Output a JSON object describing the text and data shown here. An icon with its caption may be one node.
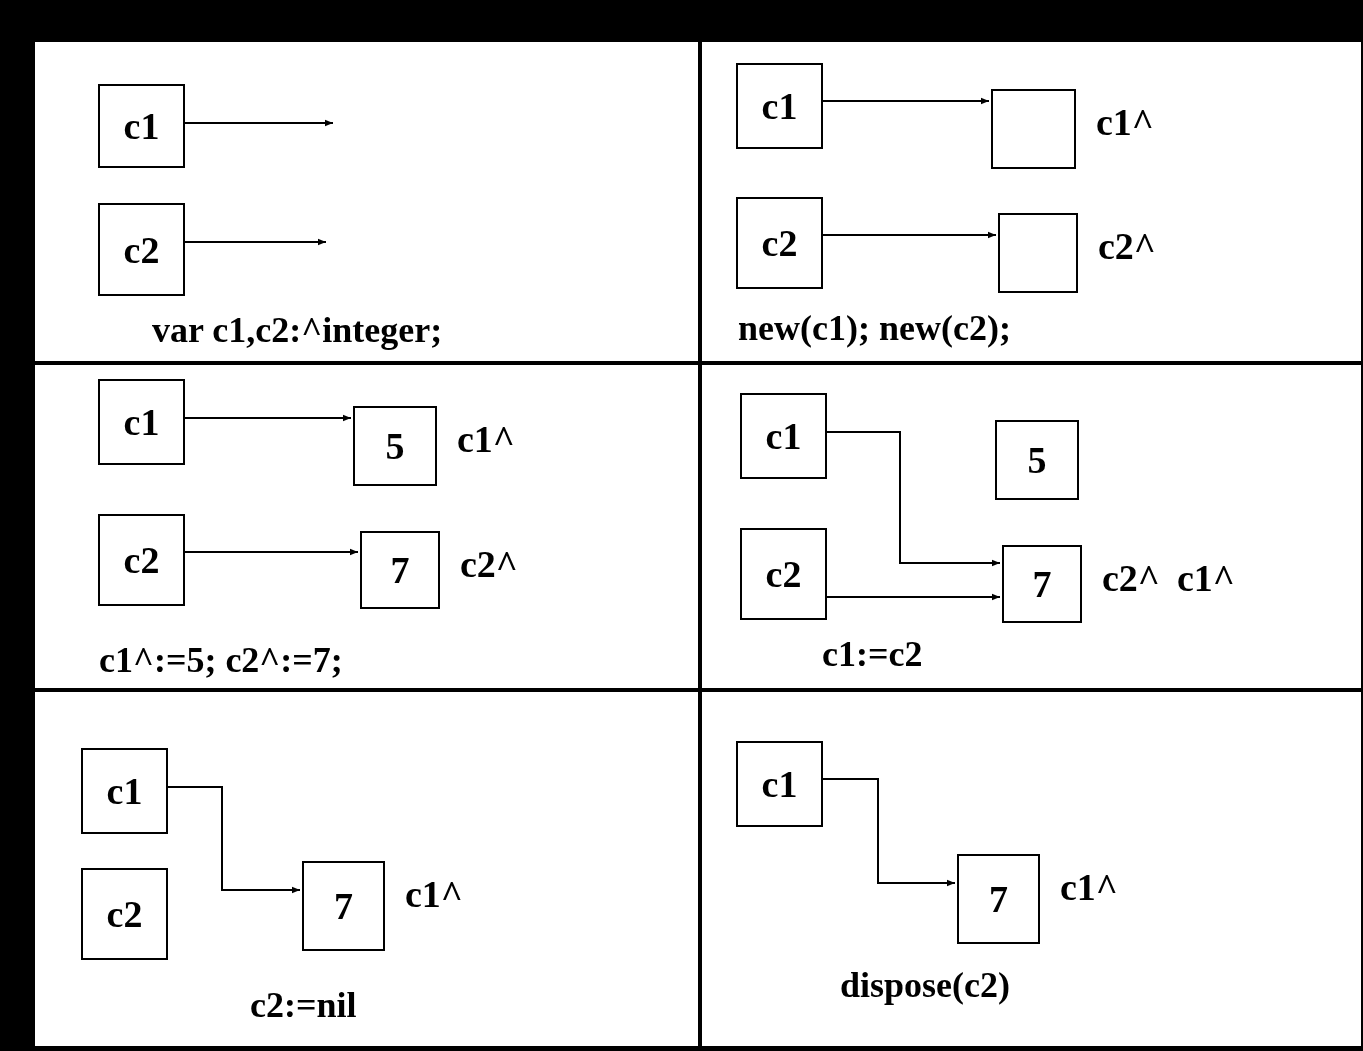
{
  "diagram": {
    "nodes": [
      {
        "text": [
          "var c1,c2:^integer;"
        ]
      },
      {
        "text": [
          "c1"
        ],
        "in": 0
      },
      {
        "text": [
          "c2"
        ],
        "in": 0
      },
      {
        "text": [
          "new(c1); new(c2);"
        ]
      },
      {
        "text": [
          "c1"
        ],
        "in": 3
      },
      {
        "text": [],
        "shape": "box",
        "in": 3,
        "beside": [
          "c1^"
        ]
      },
      {
        "text": [
          "c2"
        ],
        "in": 3
      },
      {
        "text": [],
        "shape": "box",
        "in": 3,
        "beside": [
          "c2^"
        ]
      },
      {
        "text": [
          "c1^:=5; c2^:=7;"
        ]
      },
      {
        "text": [
          "c1"
        ],
        "in": 8
      },
      {
        "text": [
          "5"
        ],
        "in": 8,
        "beside": [
          "c1^"
        ]
      },
      {
        "text": [
          "c2"
        ],
        "in": 8
      },
      {
        "text": [
          "7"
        ],
        "in": 8,
        "beside": [
          "c2^"
        ]
      },
      {
        "text": [
          "c1:=c2"
        ]
      },
      {
        "text": [
          "c1"
        ],
        "in": 13
      },
      {
        "text": [
          "5"
        ],
        "in": 13
      },
      {
        "text": [
          "c2"
        ],
        "in": 13
      },
      {
        "text": [
          "7"
        ],
        "in": 13,
        "beside": [
          "c2^",
          "c1^"
        ]
      },
      {
        "text": [
          "c2:=nil"
        ]
      },
      {
        "text": [
          "c1"
        ],
        "in": 18
      },
      {
        "text": [
          "c2"
        ],
        "in": 18
      },
      {
        "text": [
          "7"
        ],
        "in": 18,
        "beside": [
          "c1^"
        ]
      },
      {
        "text": [
          "dispose(c2)"
        ]
      },
      {
        "text": [
          "c1"
        ],
        "in": 22
      },
      {
        "text": [
          "7"
        ],
        "in": 22,
        "beside": [
          "c1^"
        ]
      }
    ],
    "edges": [
      {
        "from": 1,
        "to": null,
        "arrow": "to"
      },
      {
        "from": 2,
        "to": null,
        "arrow": "to"
      },
      {
        "from": 4,
        "to": 5,
        "arrow": "to"
      },
      {
        "from": 6,
        "to": 7,
        "arrow": "to"
      },
      {
        "from": 9,
        "to": 10,
        "arrow": "to"
      },
      {
        "from": 11,
        "to": 12,
        "arrow": "to"
      },
      {
        "from": 14,
        "to": 17,
        "arrow": "to"
      },
      {
        "from": 16,
        "to": 17,
        "arrow": "to"
      },
      {
        "from": 19,
        "to": 21,
        "arrow": "to"
      },
      {
        "from": 23,
        "to": 24,
        "arrow": "to"
      }
    ]
  }
}
